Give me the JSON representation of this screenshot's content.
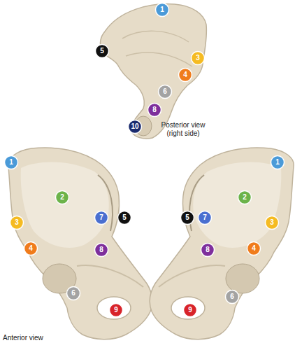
{
  "diagram": {
    "nodes": [
      {
        "text": [
          "1"
        ]
      },
      {
        "text": [
          "5"
        ]
      },
      {
        "text": [
          "3"
        ]
      },
      {
        "text": [
          "4"
        ]
      },
      {
        "text": [
          "6"
        ]
      },
      {
        "text": [
          "8"
        ]
      },
      {
        "text": [
          "10"
        ]
      },
      {
        "text": [
          "1"
        ]
      },
      {
        "text": [
          "2"
        ]
      },
      {
        "text": [
          "3"
        ]
      },
      {
        "text": [
          "4"
        ]
      },
      {
        "text": [
          "5"
        ]
      },
      {
        "text": [
          "7"
        ]
      },
      {
        "text": [
          "8"
        ]
      },
      {
        "text": [
          "6"
        ]
      },
      {
        "text": [
          "9"
        ]
      },
      {
        "text": [
          "1"
        ]
      },
      {
        "text": [
          "2"
        ]
      },
      {
        "text": [
          "5"
        ]
      },
      {
        "text": [
          "7"
        ]
      },
      {
        "text": [
          "3"
        ]
      },
      {
        "text": [
          "8"
        ]
      },
      {
        "text": [
          "4"
        ]
      },
      {
        "text": [
          "6"
        ]
      },
      {
        "text": [
          "9"
        ]
      }
    ],
    "labels": [
      "Posterior view (right side)",
      "Anterior view"
    ]
  }
}
